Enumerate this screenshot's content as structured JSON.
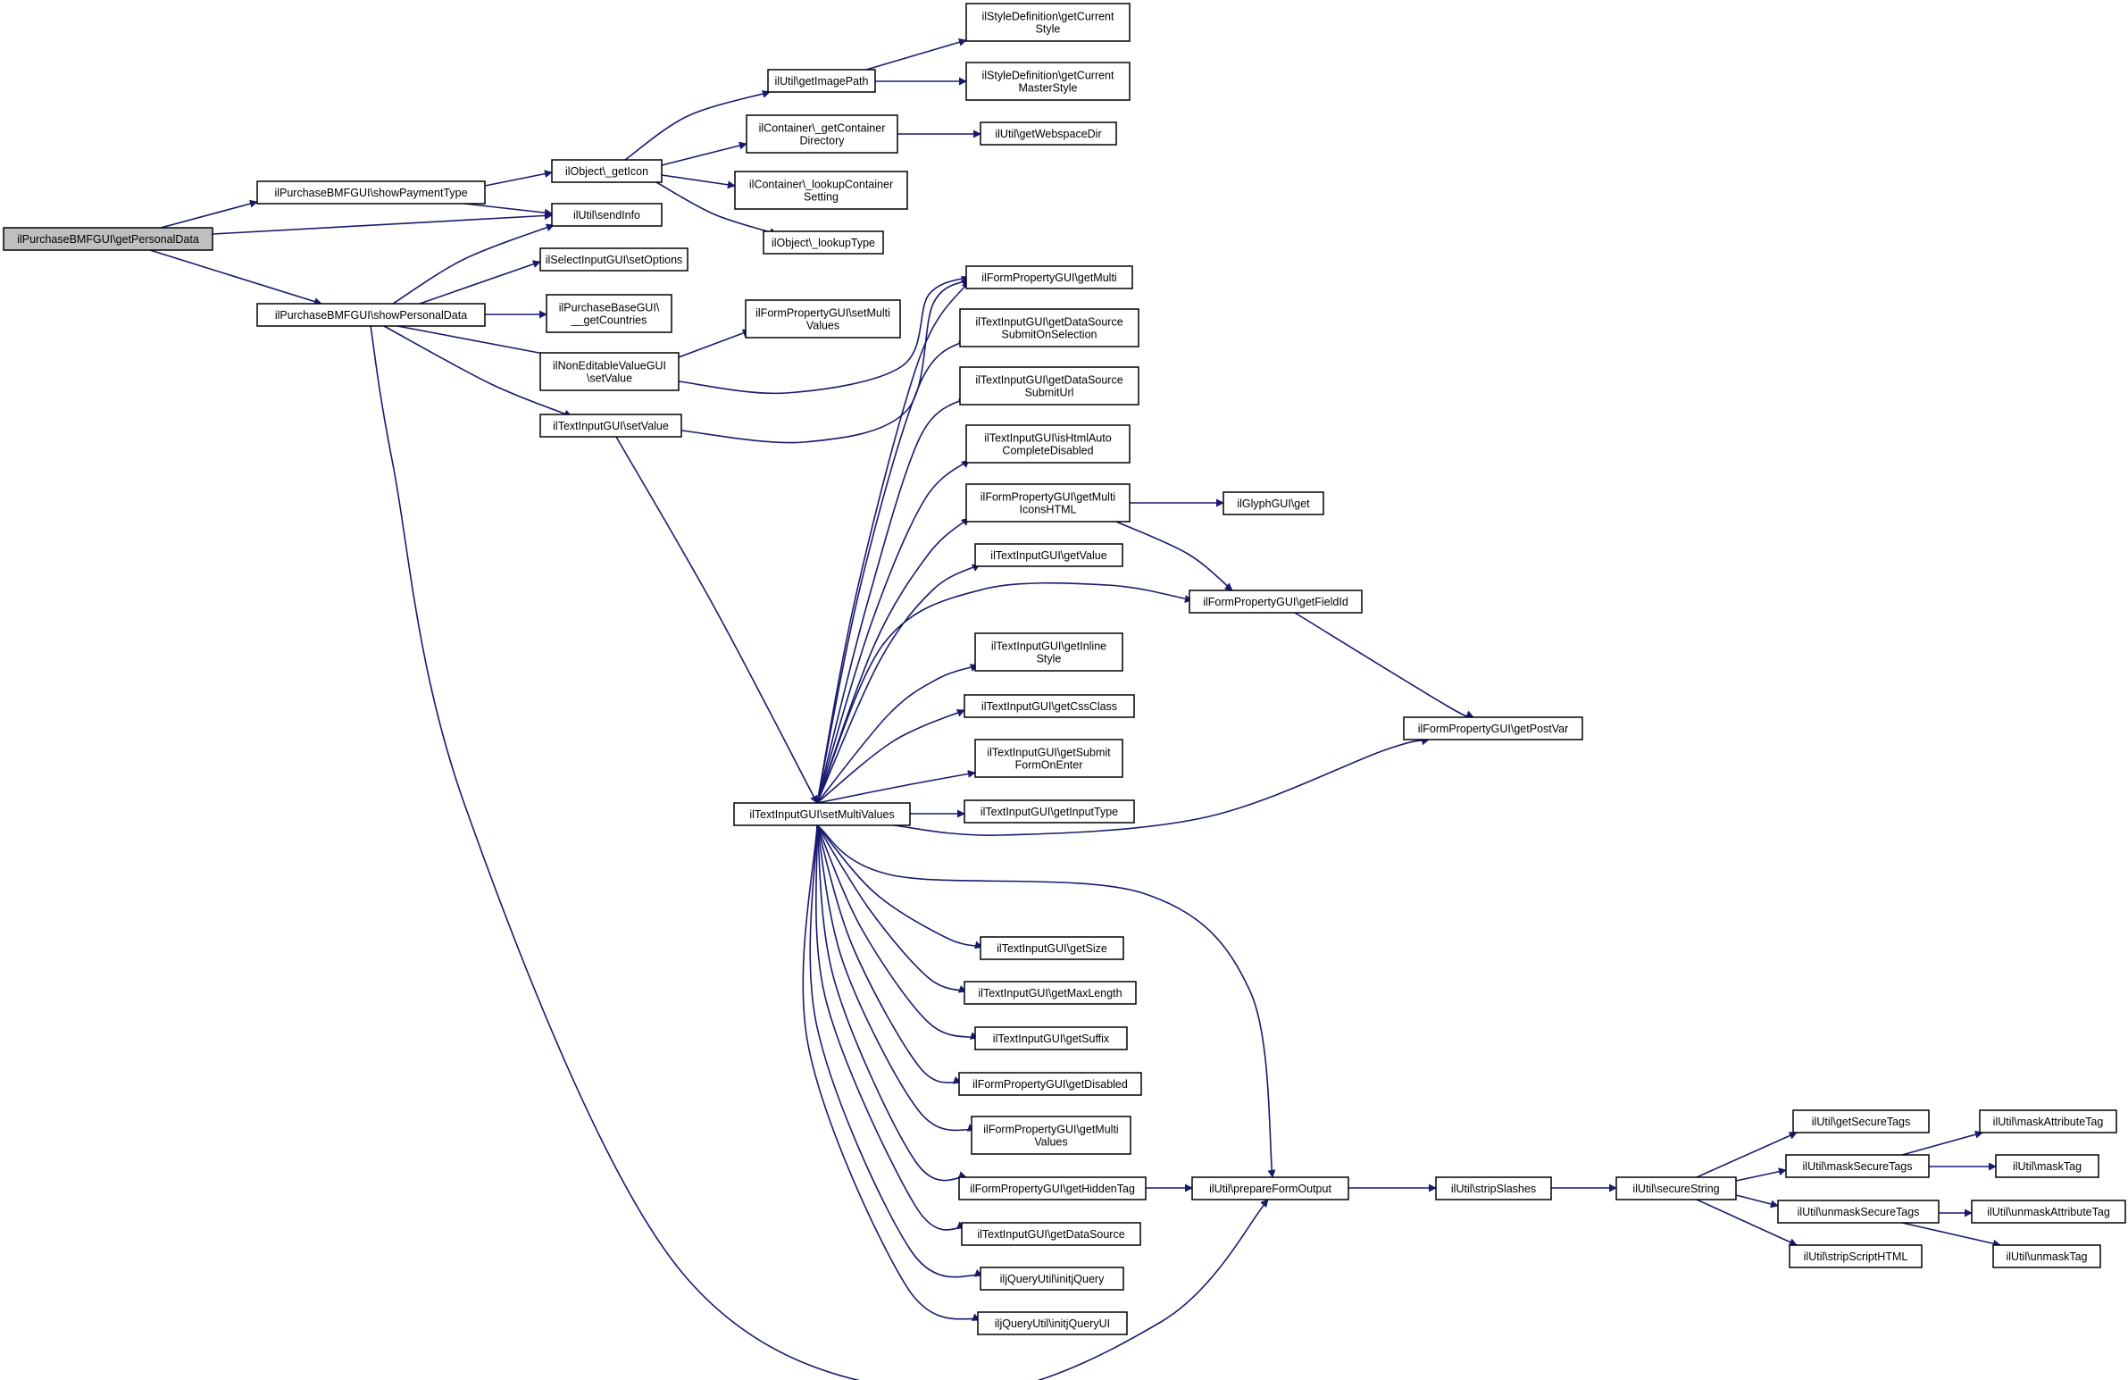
{
  "diagram": {
    "type": "call-graph",
    "colors": {
      "edge": "#191970",
      "root_fill": "#bfbfbf",
      "node_fill": "#ffffff",
      "node_border": "#000000"
    },
    "nodes": [
      {
        "id": "root",
        "lines": [
          "ilPurchaseBMFGUI\\getPersonalData"
        ],
        "root": true
      },
      {
        "id": "showPaymentType",
        "lines": [
          "ilPurchaseBMFGUI\\showPaymentType"
        ]
      },
      {
        "id": "showPersonalData",
        "lines": [
          "ilPurchaseBMFGUI\\showPersonalData"
        ]
      },
      {
        "id": "objGetIcon",
        "lines": [
          "ilObject\\_getIcon"
        ]
      },
      {
        "id": "sendInfo",
        "lines": [
          "ilUtil\\sendInfo"
        ]
      },
      {
        "id": "selSetOptions",
        "lines": [
          "ilSelectInputGUI\\setOptions"
        ]
      },
      {
        "id": "getCountries",
        "lines": [
          "ilPurchaseBaseGUI\\",
          "__getCountries"
        ]
      },
      {
        "id": "nonEditSetValue",
        "lines": [
          "ilNonEditableValueGUI",
          "\\setValue"
        ]
      },
      {
        "id": "textSetValue",
        "lines": [
          "ilTextInputGUI\\setValue"
        ]
      },
      {
        "id": "getImagePath",
        "lines": [
          "ilUtil\\getImagePath"
        ]
      },
      {
        "id": "getContainerDir",
        "lines": [
          "ilContainer\\_getContainer",
          "Directory"
        ]
      },
      {
        "id": "lookupContainerSetting",
        "lines": [
          "ilContainer\\_lookupContainer",
          "Setting"
        ]
      },
      {
        "id": "lookupType",
        "lines": [
          "ilObject\\_lookupType"
        ]
      },
      {
        "id": "getCurrentStyle",
        "lines": [
          "ilStyleDefinition\\getCurrent",
          "Style"
        ]
      },
      {
        "id": "getCurrentMasterStyle",
        "lines": [
          "ilStyleDefinition\\getCurrent",
          "MasterStyle"
        ]
      },
      {
        "id": "getWebspaceDir",
        "lines": [
          "ilUtil\\getWebspaceDir"
        ]
      },
      {
        "id": "setMultiValuesFP",
        "lines": [
          "ilFormPropertyGUI\\setMulti",
          "Values"
        ]
      },
      {
        "id": "setMultiValues",
        "lines": [
          "ilTextInputGUI\\setMultiValues"
        ]
      },
      {
        "id": "getMulti",
        "lines": [
          "ilFormPropertyGUI\\getMulti"
        ]
      },
      {
        "id": "dsSubmitOnSel",
        "lines": [
          "ilTextInputGUI\\getDataSource",
          "SubmitOnSelection"
        ]
      },
      {
        "id": "dsSubmitUrl",
        "lines": [
          "ilTextInputGUI\\getDataSource",
          "SubmitUrl"
        ]
      },
      {
        "id": "isHtmlAuto",
        "lines": [
          "ilTextInputGUI\\isHtmlAuto",
          "CompleteDisabled"
        ]
      },
      {
        "id": "getMultiIcons",
        "lines": [
          "ilFormPropertyGUI\\getMulti",
          "IconsHTML"
        ]
      },
      {
        "id": "glyphGet",
        "lines": [
          "ilGlyphGUI\\get"
        ]
      },
      {
        "id": "getValue",
        "lines": [
          "ilTextInputGUI\\getValue"
        ]
      },
      {
        "id": "getFieldId",
        "lines": [
          "ilFormPropertyGUI\\getFieldId"
        ]
      },
      {
        "id": "getInlineStyle",
        "lines": [
          "ilTextInputGUI\\getInline",
          "Style"
        ]
      },
      {
        "id": "getCssClass",
        "lines": [
          "ilTextInputGUI\\getCssClass"
        ]
      },
      {
        "id": "getSubmitForm",
        "lines": [
          "ilTextInputGUI\\getSubmit",
          "FormOnEnter"
        ]
      },
      {
        "id": "getPostVar",
        "lines": [
          "ilFormPropertyGUI\\getPostVar"
        ]
      },
      {
        "id": "getInputType",
        "lines": [
          "ilTextInputGUI\\getInputType"
        ]
      },
      {
        "id": "getSize",
        "lines": [
          "ilTextInputGUI\\getSize"
        ]
      },
      {
        "id": "getMaxLength",
        "lines": [
          "ilTextInputGUI\\getMaxLength"
        ]
      },
      {
        "id": "getSuffix",
        "lines": [
          "ilTextInputGUI\\getSuffix"
        ]
      },
      {
        "id": "getDisabled",
        "lines": [
          "ilFormPropertyGUI\\getDisabled"
        ]
      },
      {
        "id": "getMultiValues",
        "lines": [
          "ilFormPropertyGUI\\getMulti",
          "Values"
        ]
      },
      {
        "id": "getHiddenTag",
        "lines": [
          "ilFormPropertyGUI\\getHiddenTag"
        ]
      },
      {
        "id": "prepareFormOutput",
        "lines": [
          "ilUtil\\prepareFormOutput"
        ]
      },
      {
        "id": "getDataSource",
        "lines": [
          "ilTextInputGUI\\getDataSource"
        ]
      },
      {
        "id": "initjQuery",
        "lines": [
          "iljQueryUtil\\initjQuery"
        ]
      },
      {
        "id": "initjQueryUI",
        "lines": [
          "iljQueryUtil\\initjQueryUI"
        ]
      },
      {
        "id": "stripSlashes",
        "lines": [
          "ilUtil\\stripSlashes"
        ]
      },
      {
        "id": "secureString",
        "lines": [
          "ilUtil\\secureString"
        ]
      },
      {
        "id": "getSecureTags",
        "lines": [
          "ilUtil\\getSecureTags"
        ]
      },
      {
        "id": "maskSecureTags",
        "lines": [
          "ilUtil\\maskSecureTags"
        ]
      },
      {
        "id": "unmaskSecureTags",
        "lines": [
          "ilUtil\\unmaskSecureTags"
        ]
      },
      {
        "id": "stripScriptHTML",
        "lines": [
          "ilUtil\\stripScriptHTML"
        ]
      },
      {
        "id": "maskAttributeTag",
        "lines": [
          "ilUtil\\maskAttributeTag"
        ]
      },
      {
        "id": "maskTag",
        "lines": [
          "ilUtil\\maskTag"
        ]
      },
      {
        "id": "unmaskAttributeTag",
        "lines": [
          "ilUtil\\unmaskAttributeTag"
        ]
      },
      {
        "id": "unmaskTag",
        "lines": [
          "ilUtil\\unmaskTag"
        ]
      }
    ],
    "edges": [
      [
        "root",
        "showPaymentType"
      ],
      [
        "root",
        "sendInfo"
      ],
      [
        "root",
        "showPersonalData"
      ],
      [
        "showPaymentType",
        "objGetIcon"
      ],
      [
        "showPaymentType",
        "sendInfo"
      ],
      [
        "showPersonalData",
        "sendInfo"
      ],
      [
        "showPersonalData",
        "selSetOptions"
      ],
      [
        "showPersonalData",
        "getCountries"
      ],
      [
        "showPersonalData",
        "nonEditSetValue"
      ],
      [
        "showPersonalData",
        "textSetValue"
      ],
      [
        "showPersonalData",
        "prepareFormOutput"
      ],
      [
        "objGetIcon",
        "getImagePath"
      ],
      [
        "objGetIcon",
        "getContainerDir"
      ],
      [
        "objGetIcon",
        "lookupContainerSetting"
      ],
      [
        "objGetIcon",
        "lookupType"
      ],
      [
        "getImagePath",
        "getCurrentStyle"
      ],
      [
        "getImagePath",
        "getCurrentMasterStyle"
      ],
      [
        "getContainerDir",
        "getWebspaceDir"
      ],
      [
        "nonEditSetValue",
        "setMultiValuesFP"
      ],
      [
        "nonEditSetValue",
        "getMulti"
      ],
      [
        "textSetValue",
        "getMulti"
      ],
      [
        "textSetValue",
        "setMultiValues"
      ],
      [
        "setMultiValues",
        "getMulti"
      ],
      [
        "setMultiValues",
        "dsSubmitOnSel"
      ],
      [
        "setMultiValues",
        "dsSubmitUrl"
      ],
      [
        "setMultiValues",
        "isHtmlAuto"
      ],
      [
        "setMultiValues",
        "getMultiIcons"
      ],
      [
        "setMultiValues",
        "getValue"
      ],
      [
        "setMultiValues",
        "getFieldId"
      ],
      [
        "setMultiValues",
        "getInlineStyle"
      ],
      [
        "setMultiValues",
        "getCssClass"
      ],
      [
        "setMultiValues",
        "getSubmitForm"
      ],
      [
        "setMultiValues",
        "getInputType"
      ],
      [
        "setMultiValues",
        "getPostVar"
      ],
      [
        "setMultiValues",
        "prepareFormOutput"
      ],
      [
        "setMultiValues",
        "getSize"
      ],
      [
        "setMultiValues",
        "getMaxLength"
      ],
      [
        "setMultiValues",
        "getSuffix"
      ],
      [
        "setMultiValues",
        "getDisabled"
      ],
      [
        "setMultiValues",
        "getMultiValues"
      ],
      [
        "setMultiValues",
        "getHiddenTag"
      ],
      [
        "setMultiValues",
        "getDataSource"
      ],
      [
        "setMultiValues",
        "initjQuery"
      ],
      [
        "setMultiValues",
        "initjQueryUI"
      ],
      [
        "getMultiIcons",
        "glyphGet"
      ],
      [
        "getMultiIcons",
        "getFieldId"
      ],
      [
        "getFieldId",
        "getPostVar"
      ],
      [
        "getHiddenTag",
        "prepareFormOutput"
      ],
      [
        "prepareFormOutput",
        "stripSlashes"
      ],
      [
        "stripSlashes",
        "secureString"
      ],
      [
        "secureString",
        "getSecureTags"
      ],
      [
        "secureString",
        "maskSecureTags"
      ],
      [
        "secureString",
        "unmaskSecureTags"
      ],
      [
        "secureString",
        "stripScriptHTML"
      ],
      [
        "maskSecureTags",
        "maskAttributeTag"
      ],
      [
        "maskSecureTags",
        "maskTag"
      ],
      [
        "unmaskSecureTags",
        "unmaskAttributeTag"
      ],
      [
        "unmaskSecureTags",
        "unmaskTag"
      ]
    ]
  }
}
